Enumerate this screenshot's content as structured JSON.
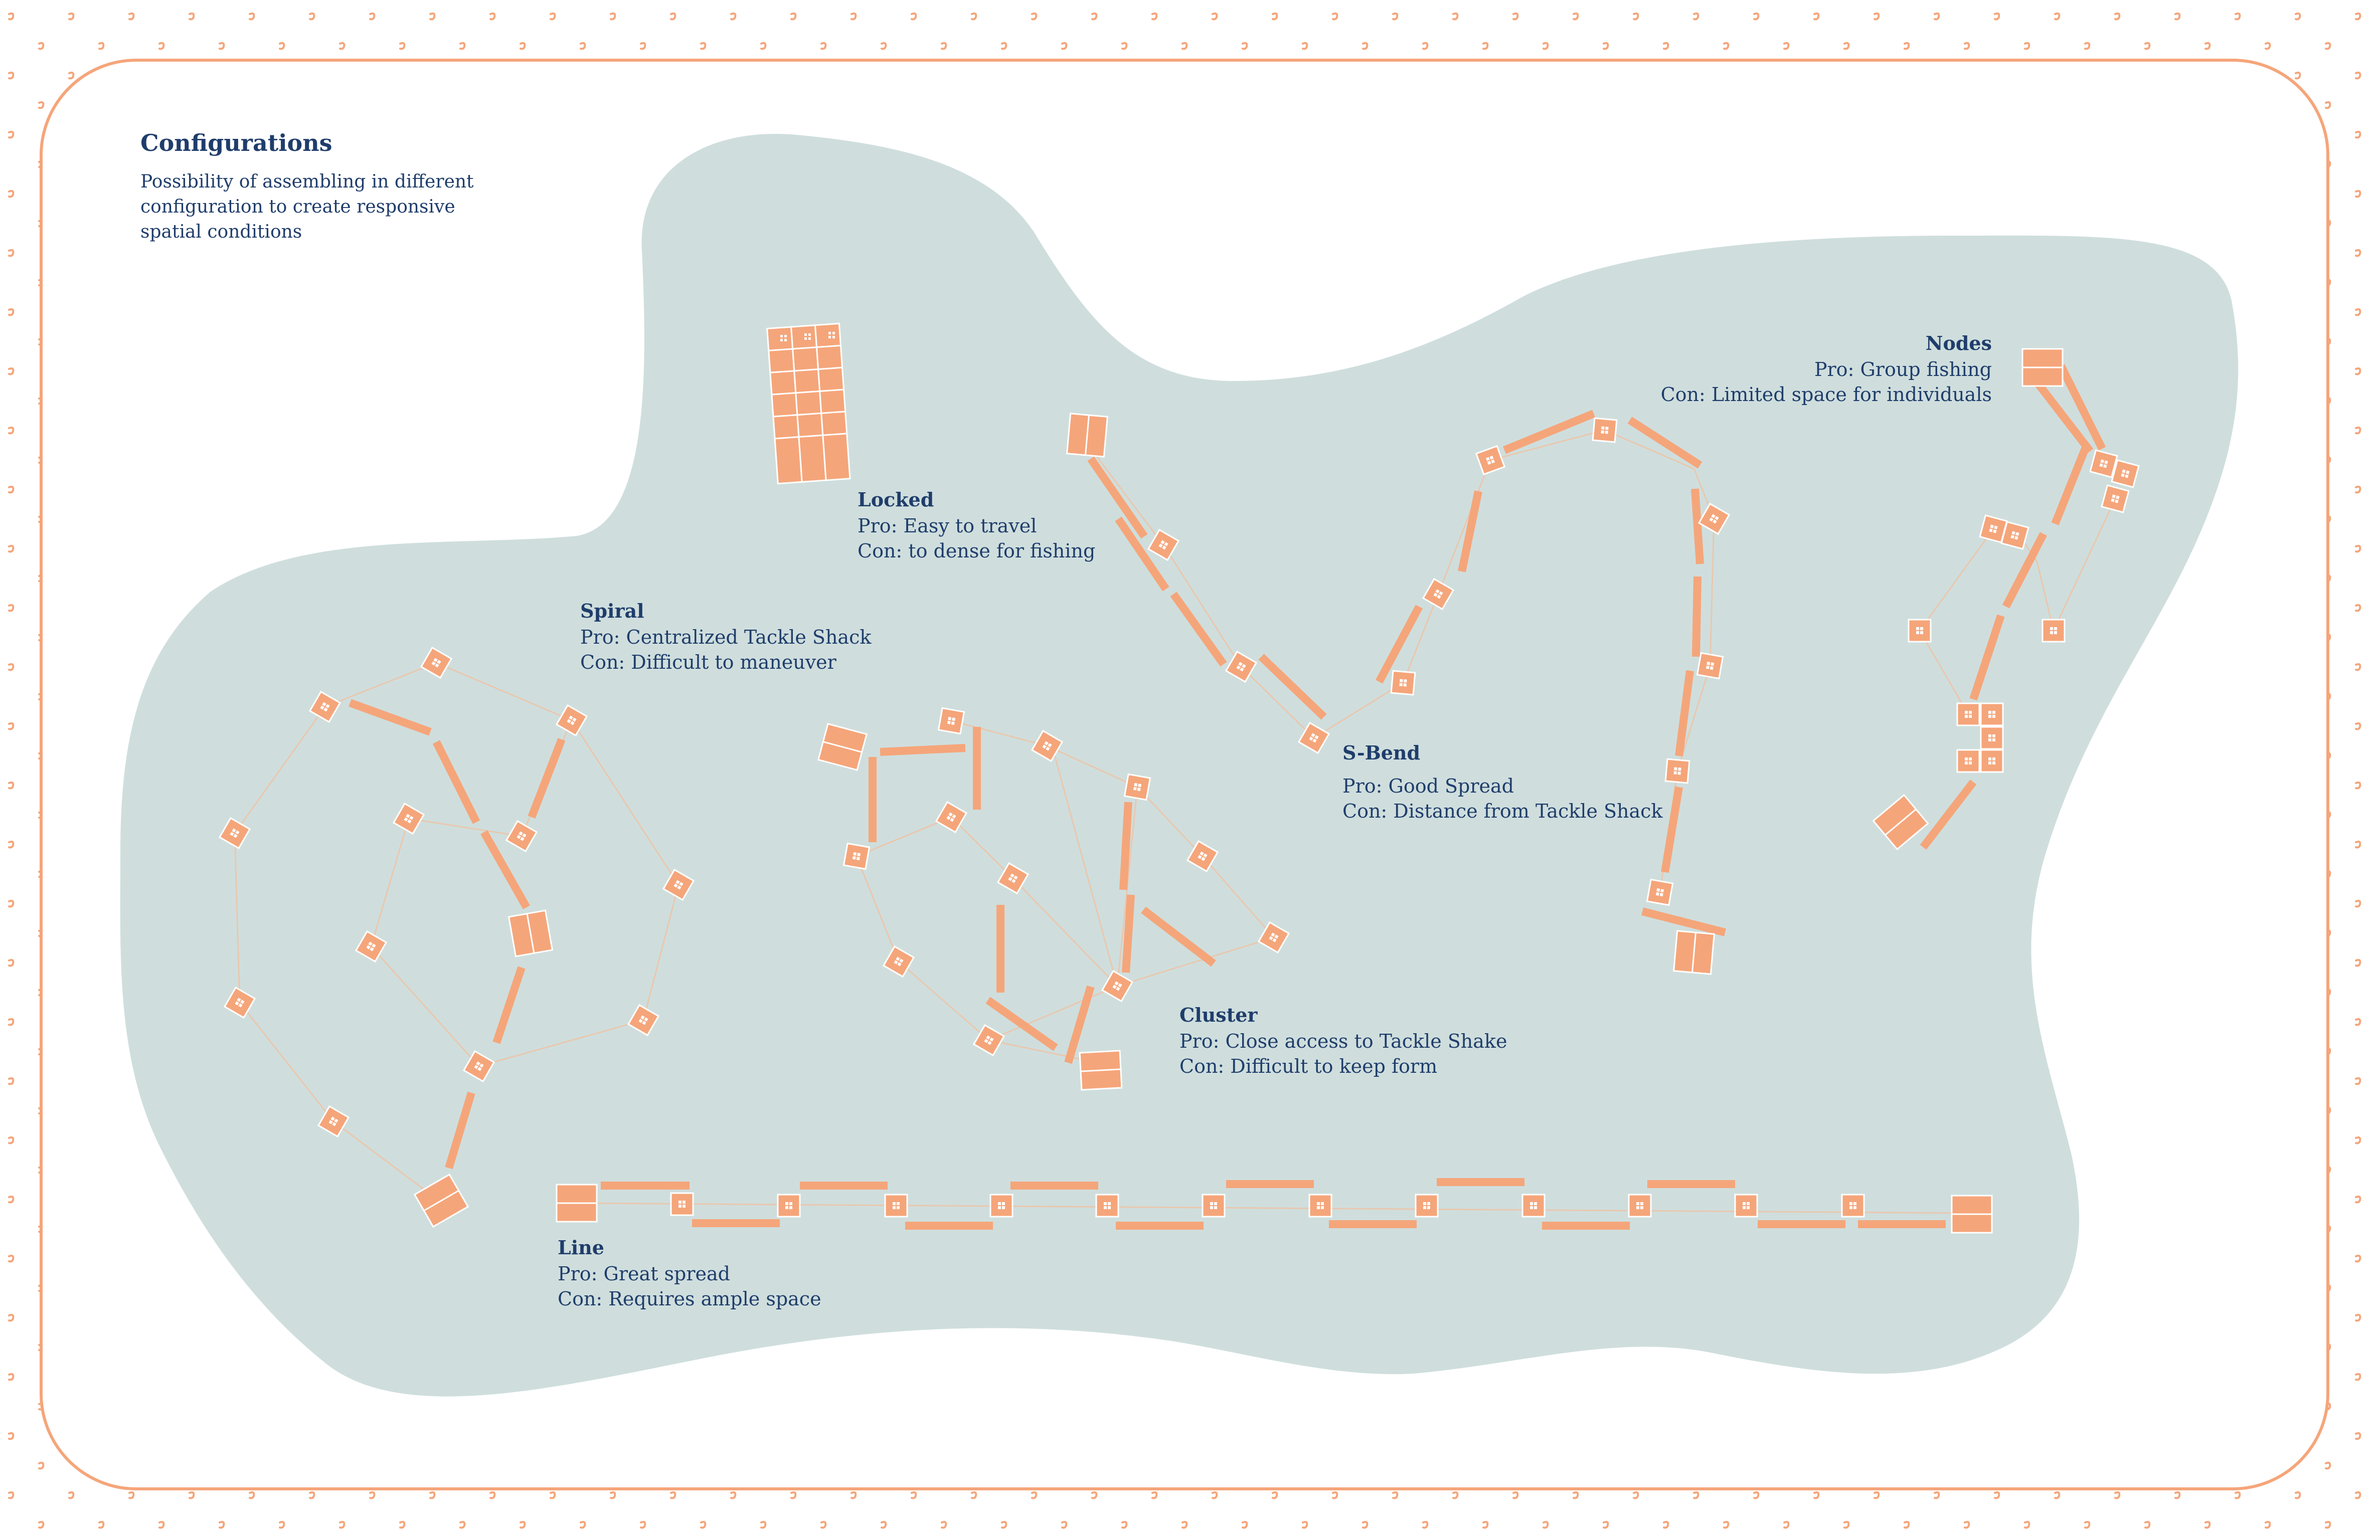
{
  "colors": {
    "accent": "#f5a57a",
    "blob": "#cfdedd",
    "text": "#1f3d6b",
    "connector": "#e8c8b0"
  },
  "header": {
    "title": "Configurations",
    "description": "Possibility of assembling in different configuration to create responsive spatial conditions"
  },
  "configurations": {
    "locked": {
      "title": "Locked",
      "pro": "Pro: Easy to travel",
      "con": "Con: to dense for fishing"
    },
    "spiral": {
      "title": "Spiral",
      "pro": "Pro: Centralized Tackle Shack",
      "con": "Con: Difficult to maneuver"
    },
    "sbend": {
      "title": "S-Bend",
      "pro": "Pro: Good Spread",
      "con": "Con: Distance from Tackle Shack"
    },
    "nodes": {
      "title": "Nodes",
      "pro": "Pro: Group fishing",
      "con": "Con: Limited space for individuals"
    },
    "cluster": {
      "title": "Cluster",
      "pro": "Pro: Close access to Tackle Shake",
      "con": "Con: Difficult to keep form"
    },
    "line": {
      "title": "Line",
      "pro": "Pro: Great spread",
      "con": "Con: Requires ample space"
    }
  },
  "icons": {
    "pod": "square-pod-icon",
    "bar": "walkway-plank-icon",
    "shack": "tackle-shack-icon",
    "pattern": "hook-pattern-icon"
  }
}
